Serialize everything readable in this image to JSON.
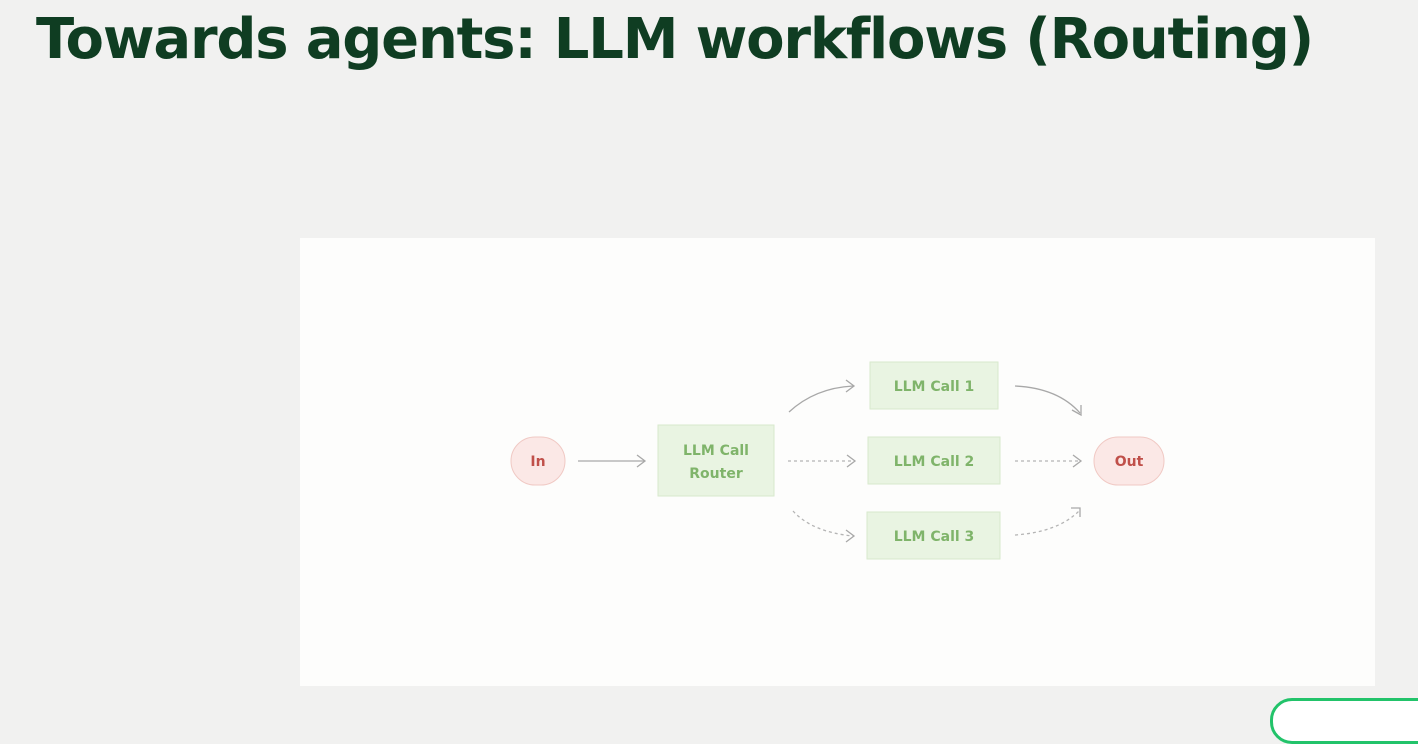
{
  "slide": {
    "title": "Towards agents: LLM workflows (Routing)"
  },
  "diagram": {
    "nodes": {
      "input": "In",
      "router_line1": "LLM Call",
      "router_line2": "Router",
      "call_1": "LLM Call 1",
      "call_2": "LLM Call 2",
      "call_3": "LLM Call 3",
      "output": "Out"
    },
    "edges": [
      {
        "from": "In",
        "to": "LLM Call Router",
        "style": "solid"
      },
      {
        "from": "LLM Call Router",
        "to": "LLM Call 1",
        "style": "solid"
      },
      {
        "from": "LLM Call Router",
        "to": "LLM Call 2",
        "style": "dashed"
      },
      {
        "from": "LLM Call Router",
        "to": "LLM Call 3",
        "style": "dashed"
      },
      {
        "from": "LLM Call 1",
        "to": "Out",
        "style": "solid"
      },
      {
        "from": "LLM Call 2",
        "to": "Out",
        "style": "dashed"
      },
      {
        "from": "LLM Call 3",
        "to": "Out",
        "style": "dashed"
      }
    ],
    "colors": {
      "title": "#0f3d22",
      "terminal_fill": "#fbe8e6",
      "terminal_text": "#c0504a",
      "llm_fill": "#e9f4e2",
      "llm_text": "#7fb46a",
      "arrow": "#a8a8a8"
    }
  }
}
